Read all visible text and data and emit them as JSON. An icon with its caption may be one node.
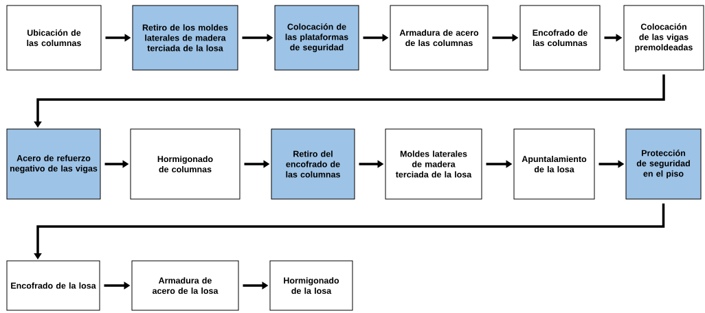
{
  "diagram": {
    "nodes": [
      {
        "text": [
          "Ubicación de las columnas"
        ]
      },
      {
        "text": [
          "Retiro de los moldes laterales de madera terciada de la losa"
        ]
      },
      {
        "text": [
          "Colocación de las plataformas de seguridad"
        ]
      },
      {
        "text": [
          "Armadura de acero de las columnas"
        ]
      },
      {
        "text": [
          "Encofrado de las columnas"
        ]
      },
      {
        "text": [
          "Colocación de las vigas premoldeadas"
        ]
      },
      {
        "text": [
          "Acero de refuerzo negativo de las vigas"
        ]
      },
      {
        "text": [
          "Hormigonado de columnas"
        ]
      },
      {
        "text": [
          "Retiro del encofrado de las columnas"
        ]
      },
      {
        "text": [
          "Moldes laterales de madera terciada de la losa"
        ]
      },
      {
        "text": [
          "Apuntalamiento de la losa"
        ]
      },
      {
        "text": [
          "Protección de seguridad en el piso"
        ]
      },
      {
        "text": [
          "Encofrado de la losa"
        ]
      },
      {
        "text": [
          "Armadura de acero de la losa"
        ]
      },
      {
        "text": [
          "Hormigonado de la losa"
        ]
      }
    ],
    "edges": [
      {
        "from": 0,
        "to": 1,
        "arrow": "to"
      },
      {
        "from": 1,
        "to": 2,
        "arrow": "to"
      },
      {
        "from": 2,
        "to": 3,
        "arrow": "to"
      },
      {
        "from": 3,
        "to": 4,
        "arrow": "to"
      },
      {
        "from": 4,
        "to": 5,
        "arrow": "to"
      },
      {
        "from": 5,
        "to": 6,
        "arrow": "to"
      },
      {
        "from": 6,
        "to": 7,
        "arrow": "to"
      },
      {
        "from": 7,
        "to": 8,
        "arrow": "to"
      },
      {
        "from": 8,
        "to": 9,
        "arrow": "to"
      },
      {
        "from": 9,
        "to": 10,
        "arrow": "to"
      },
      {
        "from": 10,
        "to": 11,
        "arrow": "to"
      },
      {
        "from": 11,
        "to": 12,
        "arrow": "to"
      },
      {
        "from": 12,
        "to": 13,
        "arrow": "to"
      },
      {
        "from": 13,
        "to": 14,
        "arrow": "to"
      }
    ]
  }
}
